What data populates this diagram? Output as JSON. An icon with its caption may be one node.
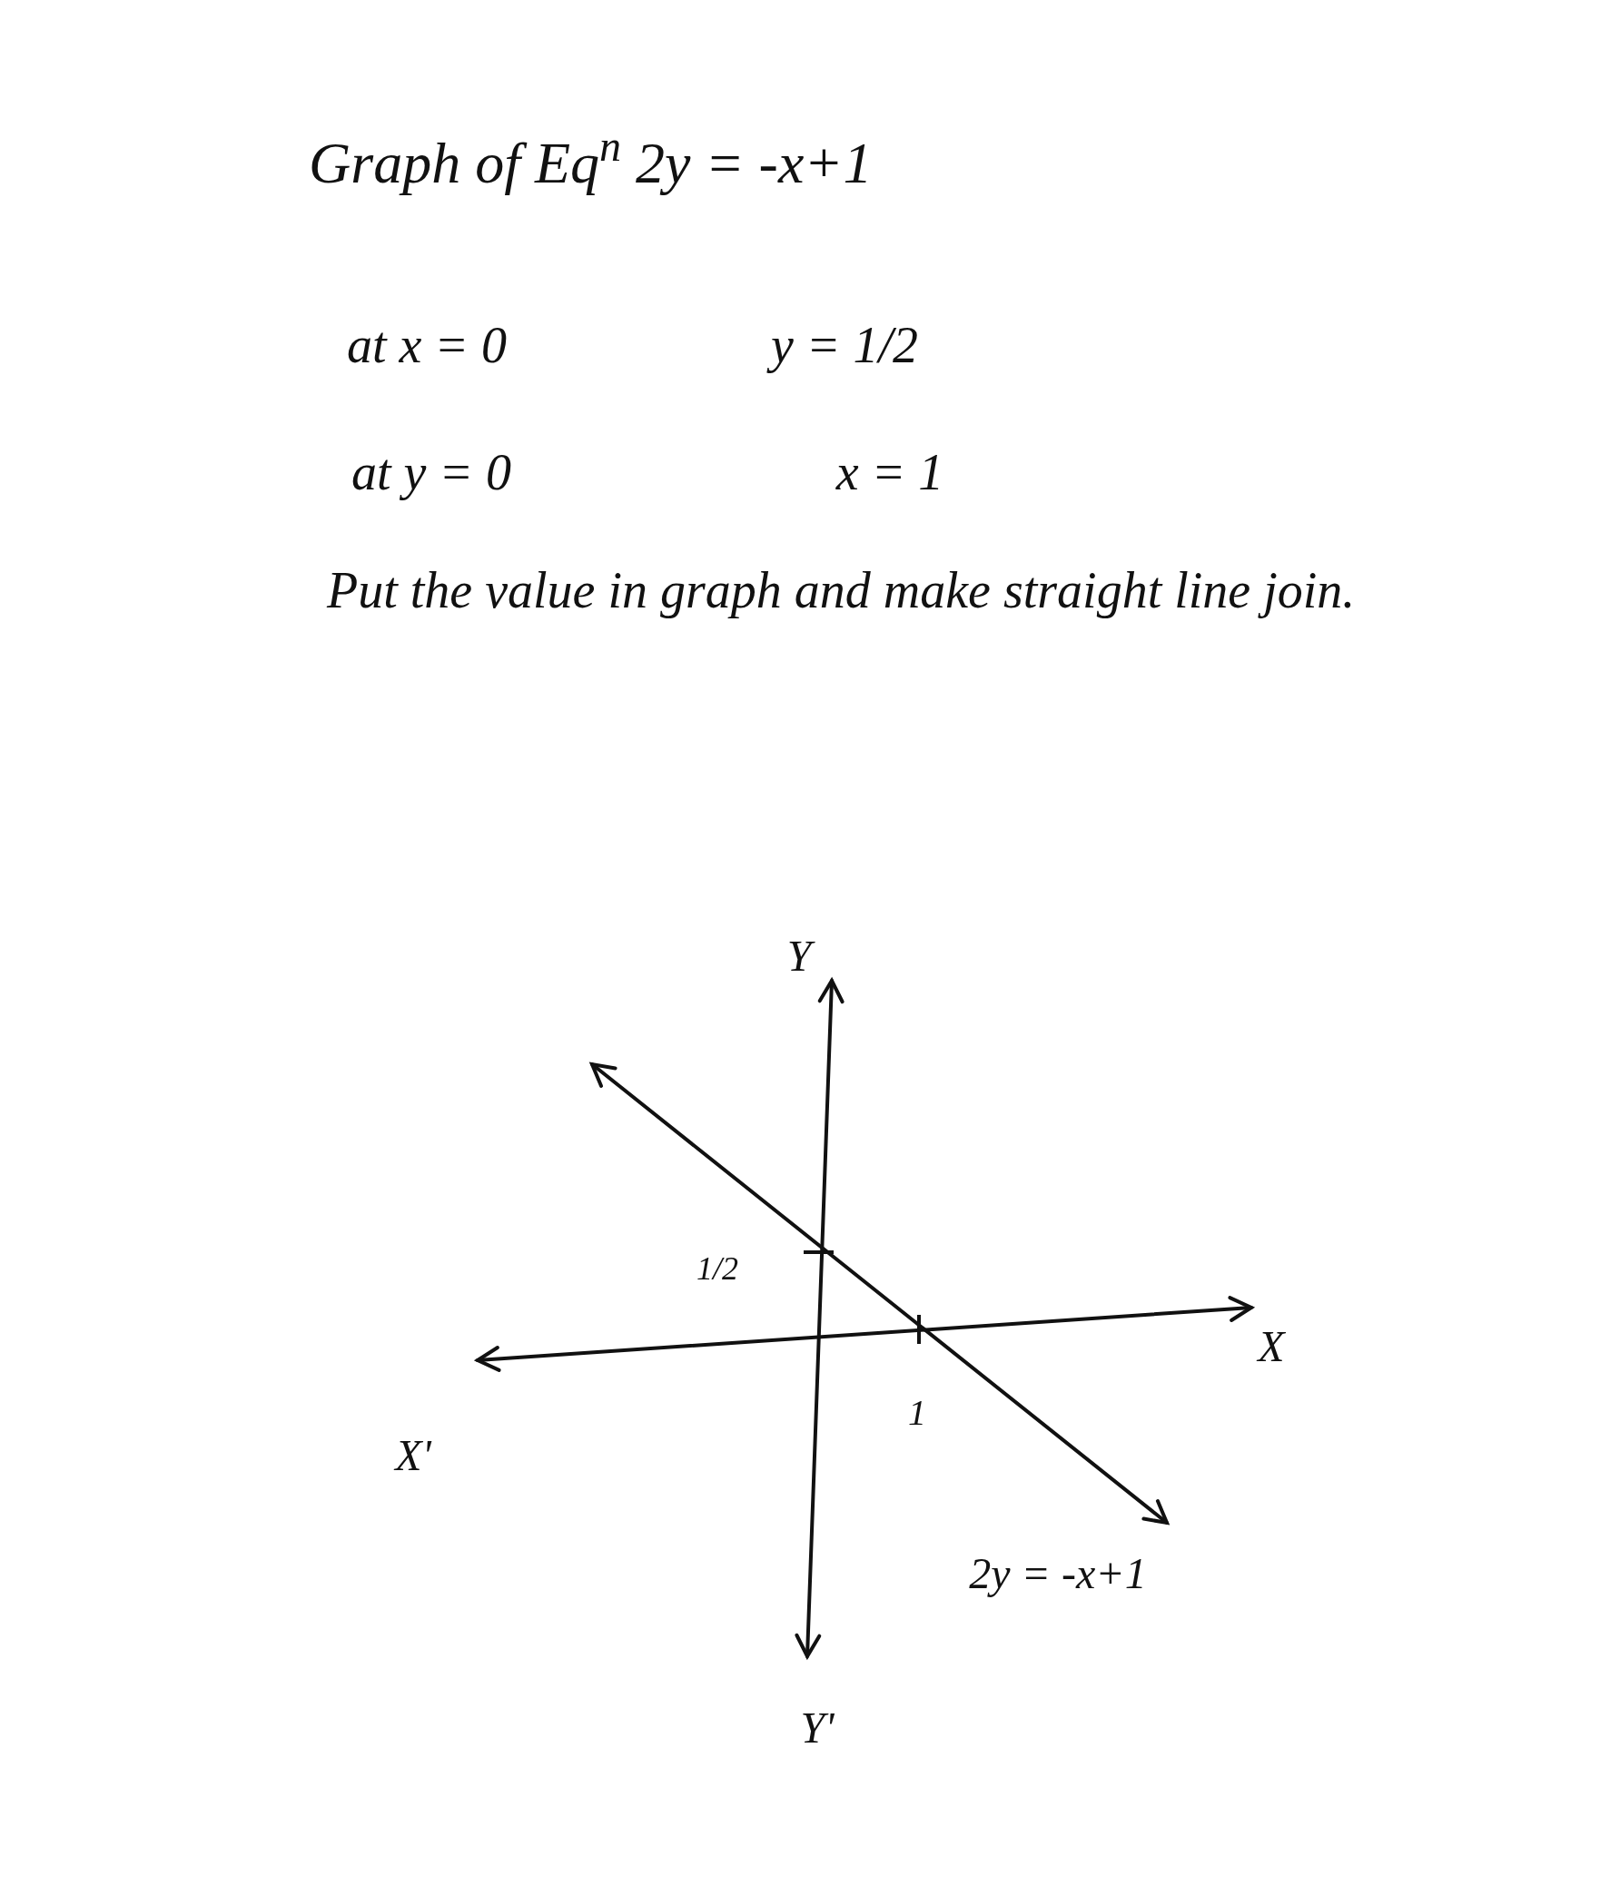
{
  "diagram": {
    "title": "Graph of Eq$^{n}$ 2y = -x+1",
    "labels": [
      "at x = 0",
      "y = 1/2",
      "at y = 0",
      "x = 1",
      "Put the value in graph and make straight line join.",
      "Y",
      "1/2",
      "1",
      "X",
      "X'",
      "2y = -x+1",
      "Y'"
    ]
  }
}
